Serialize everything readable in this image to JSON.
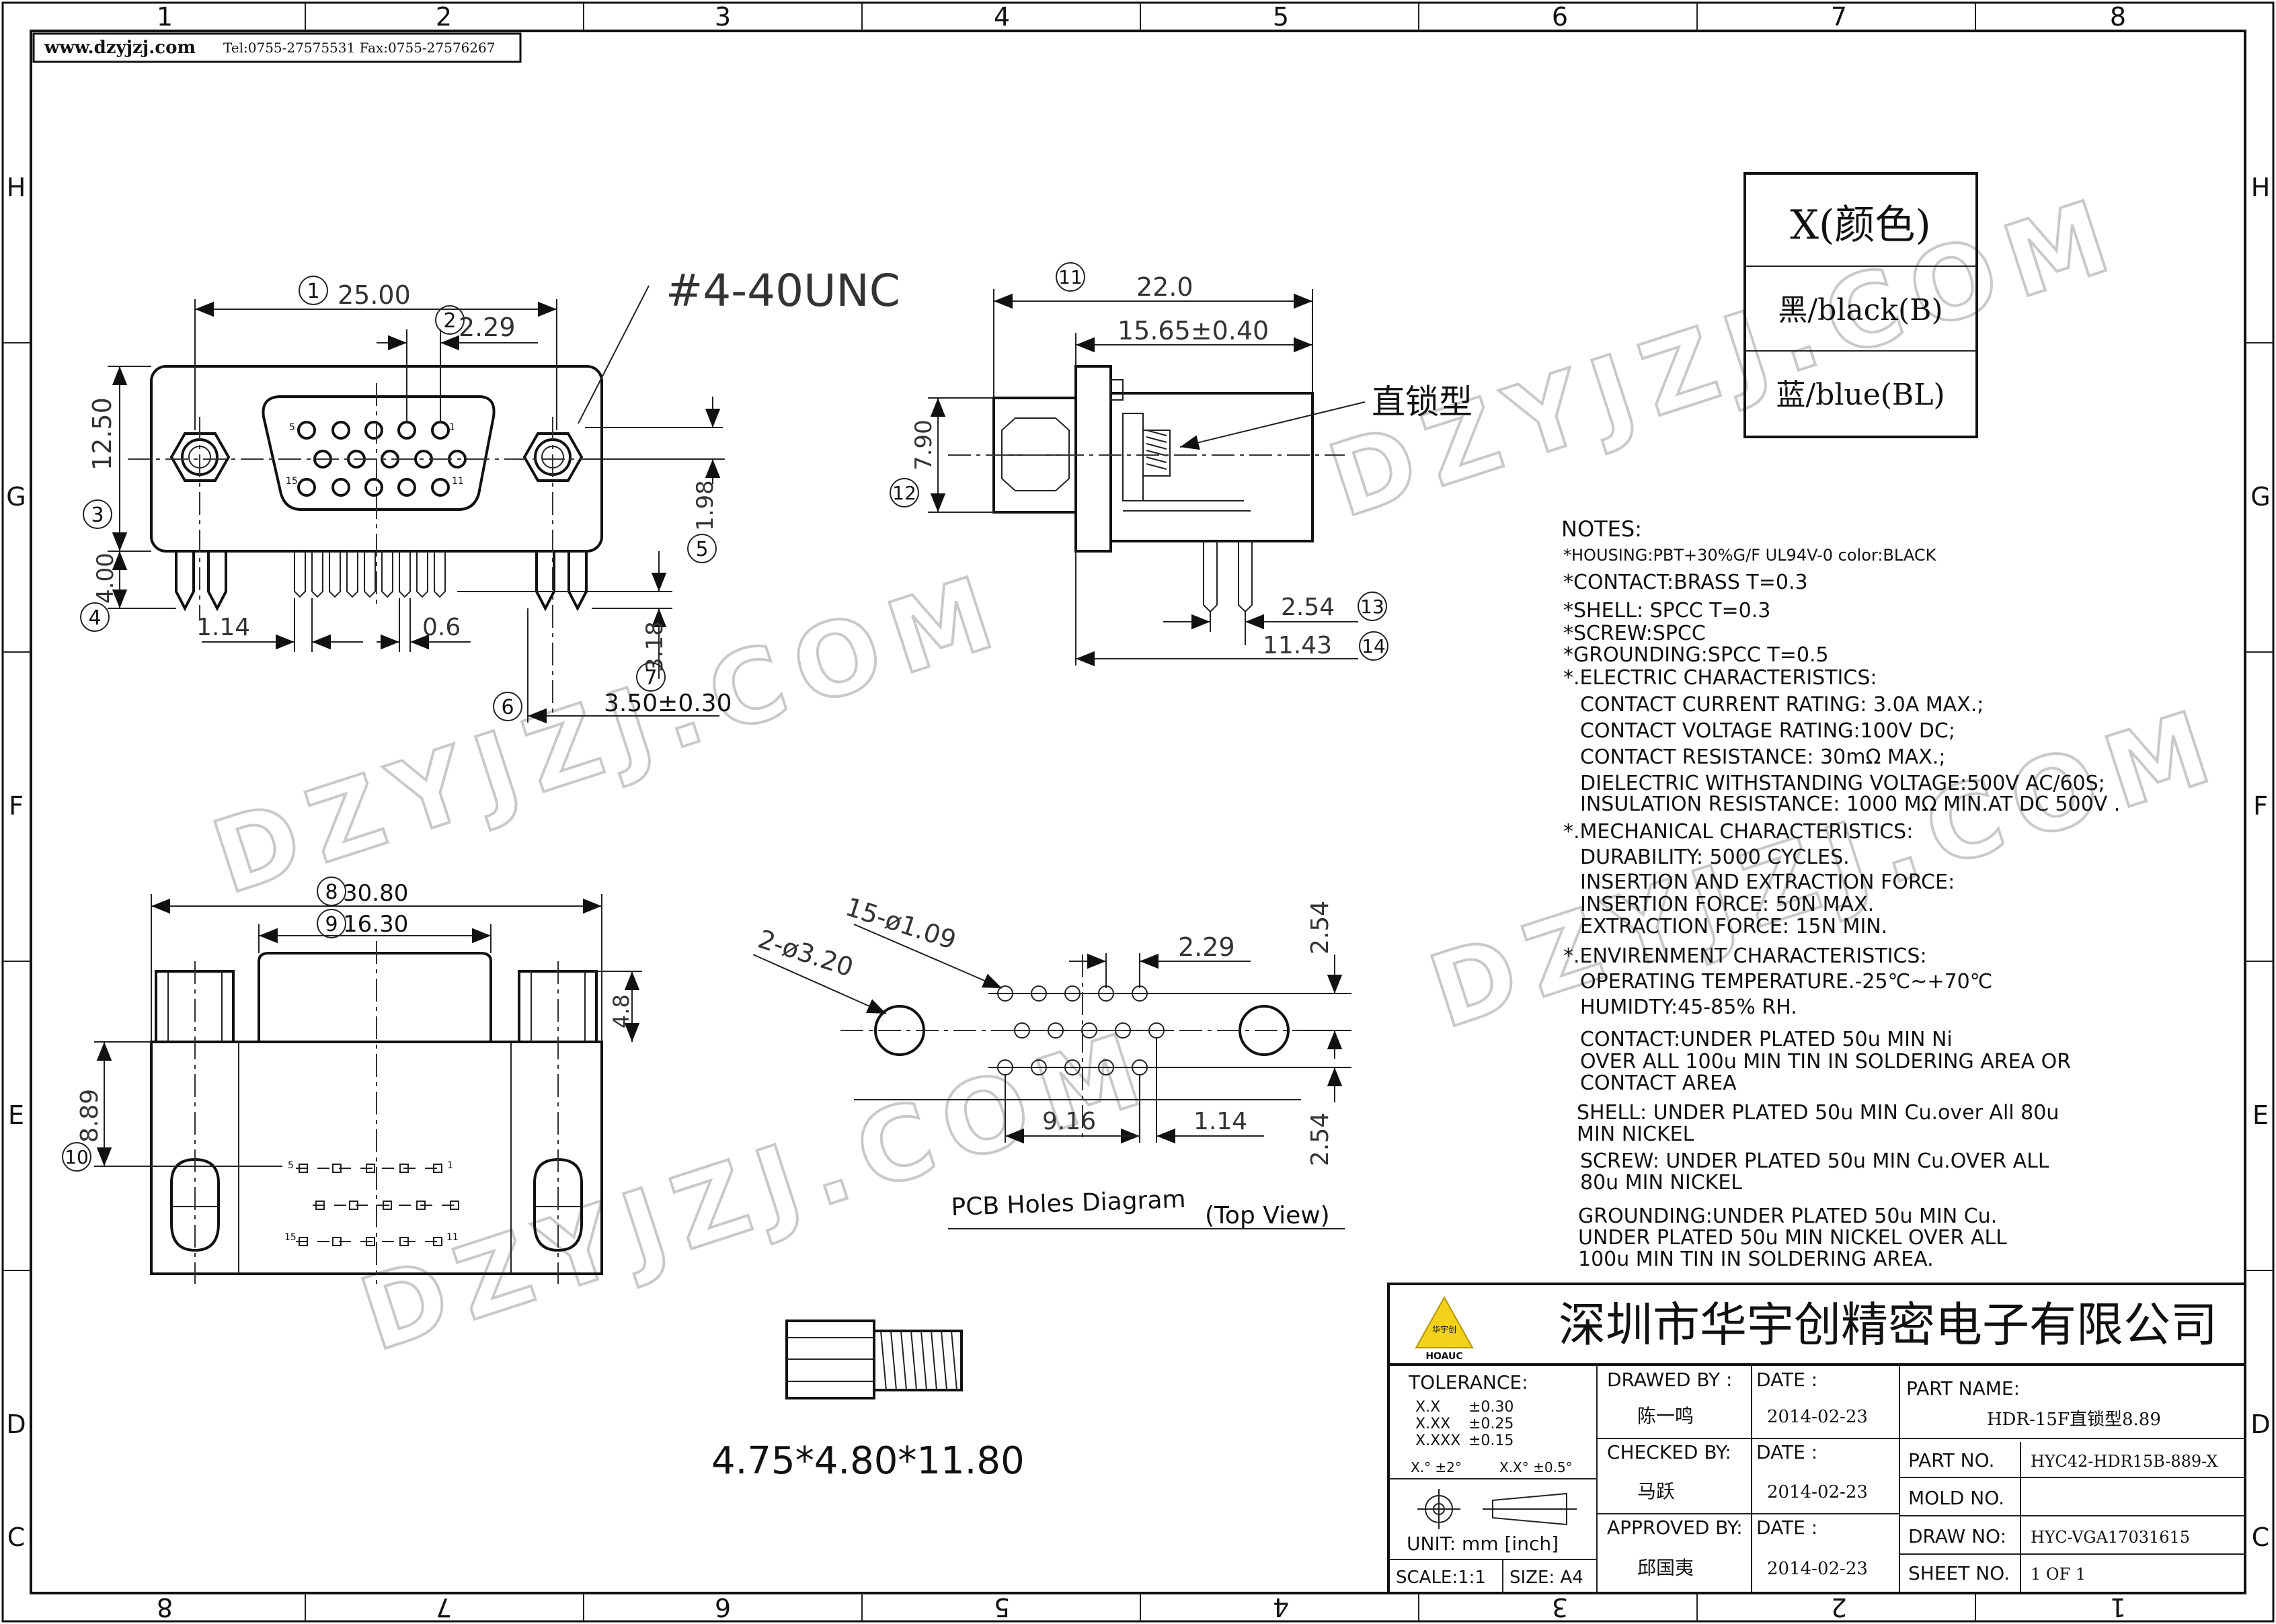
{
  "header": {
    "website": "www.dzyjzj.com",
    "contact": "Tel:0755-27575531 Fax:0755-27576267"
  },
  "grid": {
    "top": [
      "1",
      "2",
      "3",
      "4",
      "5",
      "6",
      "7",
      "8"
    ],
    "bottom": [
      "8",
      "7",
      "6",
      "5",
      "4",
      "3",
      "2",
      "1"
    ],
    "side": [
      "H",
      "G",
      "F",
      "E",
      "D",
      "C"
    ],
    "side_right": [
      "H",
      "G",
      "F",
      "E",
      "D",
      "C"
    ]
  },
  "watermark": "DZYJZJ.COM",
  "front_view": {
    "thread_label": "#4-40UNC",
    "dims": {
      "d1": "25.00",
      "d2": "2.29",
      "d3": "12.50",
      "d4": "4.00",
      "d5": "1.98",
      "d_114": "1.14",
      "d_06": "0.6",
      "d7": "3.18",
      "d6": "3.50±0.30"
    },
    "pin_labels": {
      "p5": "5",
      "p1": "1",
      "p15": "15",
      "p11": "11"
    }
  },
  "side_view": {
    "dims": {
      "d11": "22.0",
      "d1565": "15.65±0.40",
      "d12": "7.90",
      "d13": "2.54",
      "d14": "11.43"
    },
    "lock_label": "直锁型"
  },
  "color_table": {
    "header": "X(颜色)",
    "rows": [
      "黑/black(B)",
      "蓝/blue(BL)"
    ]
  },
  "bottom_view": {
    "dims": {
      "d8": "30.80",
      "d9": "16.30",
      "d48": "4.8",
      "d10": "8.89"
    },
    "pin_labels": {
      "p5": "5",
      "p1": "1",
      "p15": "15",
      "p11": "11"
    }
  },
  "pcb": {
    "title": "PCB Holes Diagram",
    "subtitle": "(Top View)",
    "dims": {
      "holes_small": "15-ø1.09",
      "holes_big": "2-ø3.20",
      "d229": "2.29",
      "d254a": "2.54",
      "d254b": "2.54",
      "d916": "9.16",
      "d114": "1.14"
    }
  },
  "standoff": {
    "label": "4.75*4.80*11.80"
  },
  "balloons": [
    "1",
    "2",
    "3",
    "4",
    "5",
    "6",
    "7",
    "8",
    "9",
    "10",
    "11",
    "12",
    "13",
    "14"
  ],
  "notes": [
    "NOTES:",
    "*HOUSING:PBT+30%G/F UL94V-0 color:BLACK",
    "*CONTACT:BRASS T=0.3",
    "*SHELL: SPCC T=0.3",
    "*SCREW:SPCC",
    "*GROUNDING:SPCC T=0.5",
    "*.ELECTRIC CHARACTERISTICS:",
    "CONTACT CURRENT RATING: 3.0A MAX.;",
    "CONTACT VOLTAGE RATING:100V DC;",
    "CONTACT RESISTANCE: 30mΩ MAX.;",
    "DIELECTRIC WITHSTANDING VOLTAGE:500V AC/60S;",
    "INSULATION RESISTANCE: 1000 MΩ MIN.AT DC 500V .",
    "*.MECHANICAL CHARACTERISTICS:",
    "DURABILITY: 5000 CYCLES.",
    "INSERTION AND EXTRACTION FORCE:",
    "INSERTION FORCE: 50N MAX.",
    "EXTRACTION FORCE: 15N MIN.",
    "*.ENVIRENMENT CHARACTERISTICS:",
    "OPERATING TEMPERATURE.-25℃~+70℃",
    "HUMIDTY:45-85% RH.",
    "CONTACT:UNDER PLATED 50u MIN Ni",
    "OVER ALL 100u MIN TIN IN SOLDERING AREA OR",
    "CONTACT AREA",
    "SHELL: UNDER PLATED 50u MIN Cu.over All 80u",
    "MIN NICKEL",
    "SCREW: UNDER PLATED 50u MIN Cu.OVER ALL",
    "80u MIN NICKEL",
    "GROUNDING:UNDER PLATED 50u MIN Cu.",
    "UNDER PLATED 50u MIN NICKEL OVER ALL",
    "100u MIN TIN IN SOLDERING AREA."
  ],
  "title_block": {
    "company": "深圳市华宇创精密电子有限公司",
    "logo_text": "华宇创",
    "logo_sub": "HOAUC",
    "tolerance_label": "TOLERANCE:",
    "tol_rows": [
      [
        "X.X",
        "±0.30"
      ],
      [
        "X.XX",
        "±0.25"
      ],
      [
        "X.XXX",
        "±0.15"
      ]
    ],
    "tol_angle_1": "X.° ±2°",
    "tol_angle_2": "X.X° ±0.5°",
    "unit": "UNIT: mm [inch]",
    "scale": "SCALE:1:1",
    "size": "SIZE: A4",
    "drawn_by_label": "DRAWED BY :",
    "drawn_by": "陈一鸣",
    "checked_by_label": "CHECKED BY:",
    "checked_by": "马跃",
    "approved_by_label": "APPROVED BY:",
    "approved_by": "邱国夷",
    "date_label": "DATE :",
    "date1": "2014-02-23",
    "date2": "2014-02-23",
    "date3": "2014-02-23",
    "part_name_label": "PART NAME:",
    "part_name": "HDR-15F直锁型8.89",
    "part_no_label": "PART NO.",
    "part_no": "HYC42-HDR15B-889-X",
    "mold_no_label": "MOLD NO.",
    "mold_no": "",
    "draw_no_label": "DRAW NO:",
    "draw_no": "HYC-VGA17031615",
    "sheet_no_label": "SHEET NO.",
    "sheet_no": "1 OF 1"
  }
}
